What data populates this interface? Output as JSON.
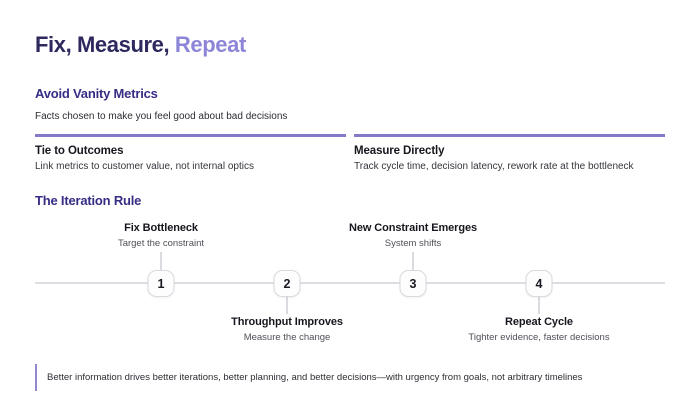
{
  "header": {
    "title_dark": "Fix, Measure,",
    "title_accent": "Repeat"
  },
  "vanity": {
    "heading": "Avoid Vanity Metrics",
    "subheading": "Facts chosen to make you feel good about bad decisions",
    "columns": [
      {
        "title": "Tie to Outcomes",
        "description": "Link metrics to customer value, not internal optics"
      },
      {
        "title": "Measure Directly",
        "description": "Track cycle time, decision latency, rework rate at the bottleneck"
      }
    ]
  },
  "iteration": {
    "heading": "The Iteration Rule",
    "steps": [
      {
        "number": "1",
        "title": "Fix Bottleneck",
        "description": "Target the constraint",
        "label_position": "above"
      },
      {
        "number": "2",
        "title": "Throughput Improves",
        "description": "Measure the change",
        "label_position": "below"
      },
      {
        "number": "3",
        "title": "New Constraint Emerges",
        "description": "System shifts",
        "label_position": "above"
      },
      {
        "number": "4",
        "title": "Repeat Cycle",
        "description": "Tighter evidence, faster decisions",
        "label_position": "below"
      }
    ]
  },
  "footnote": {
    "text": "Better information drives better iterations, better planning, and better decisions—with urgency from goals, not arbitrary timelines"
  },
  "colors": {
    "title_dark": "#2d295e",
    "title_accent": "#8d86d8",
    "section_heading": "#362d85",
    "divider": "#837ac8",
    "timeline_line": "#dddde4",
    "text_dark": "#16161e",
    "text_muted": "#4d4d56",
    "background": "#ffffff"
  }
}
